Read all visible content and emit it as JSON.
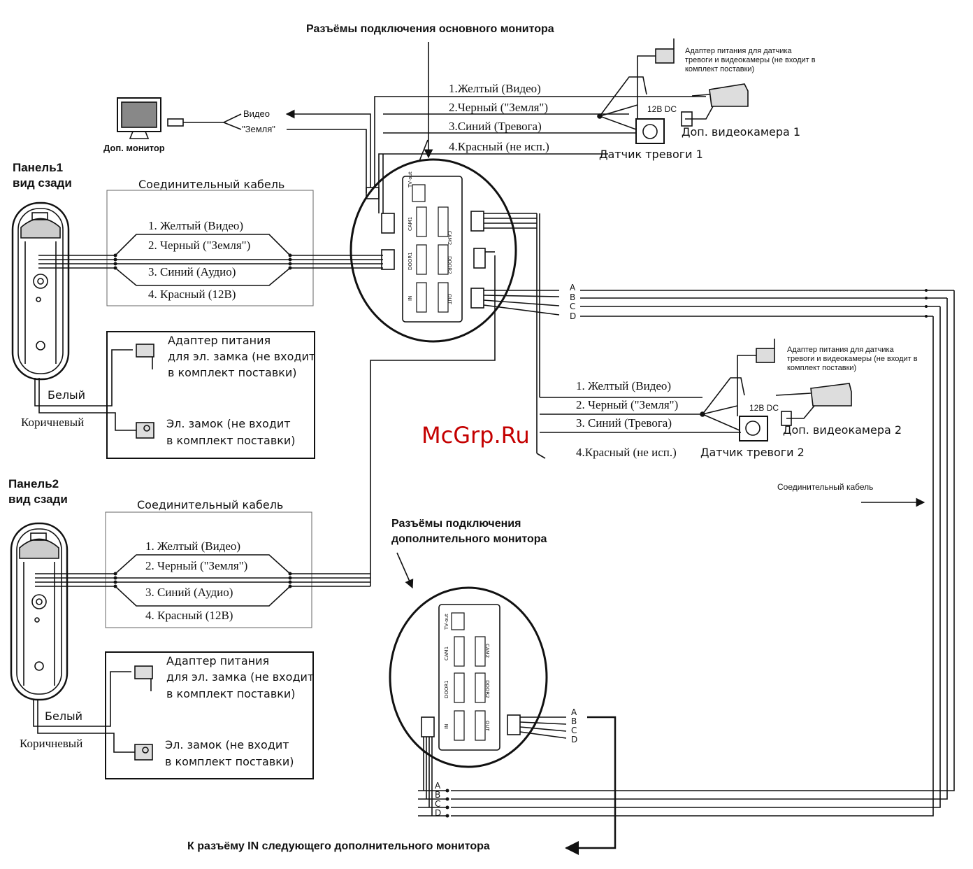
{
  "headers": {
    "main_connectors": "Разъёмы подключения основного монитора",
    "extra_connectors_line1": "Разъёмы подключения",
    "extra_connectors_line2": "дополнительного монитора",
    "next_monitor": "К разъёму IN следующего дополнительного монитора"
  },
  "panel1": {
    "title_line1": "Панель1",
    "title_line2": "вид сзади"
  },
  "panel2": {
    "title_line1": "Панель2",
    "title_line2": "вид сзади"
  },
  "cable": {
    "label": "Соединительный кабель",
    "wires": [
      "1. Желтый (Видео)",
      "2. Черный (\"Земля\")",
      "3. Синий (Аудио)",
      "4. Красный (12В)"
    ]
  },
  "wire_colors": {
    "white": "Белый",
    "brown": "Коричневый"
  },
  "lock_box": {
    "adapter_line1": "Адаптер питания",
    "adapter_line2": "для эл. замка (не входит",
    "adapter_line3": "в комплект поставки)",
    "lock_line1": "Эл. замок (не входит",
    "lock_line2": "в комплект поставки)"
  },
  "extra_monitor": {
    "label": "Доп. монитор",
    "video": "Видео",
    "ground": "\"Земля\""
  },
  "camera_wires": [
    "1.Желтый (Видео)",
    "2.Черный (\"Земля\")",
    "3.Синий (Тревога)",
    "4.Красный (не исп.)"
  ],
  "camera_wires2": [
    "1. Желтый (Видео)",
    "2. Черный (\"Земля\")",
    "3. Синий (Тревога)",
    "4.Красный (не исп.)"
  ],
  "camera1": {
    "adapter": "Адаптер питания для датчика тревоги и видеокамеры (не входит в комплект поставки)",
    "dc": "12В DC",
    "camera": "Доп. видеокамера 1",
    "sensor": "Датчик тревоги 1"
  },
  "camera2": {
    "adapter": "Адаптер питания для датчика тревоги и видеокамеры (не входит в комплект поставки)",
    "dc": "12В DC",
    "camera": "Доп. видеокамера 2",
    "sensor": "Датчик тревоги 2"
  },
  "connector_labels": {
    "tvout": "TV-out",
    "cam1": "CAM1",
    "cam2": "CAM2",
    "door1": "DOOR1",
    "door2": "DOOR2",
    "in": "IN",
    "out": "OUT"
  },
  "abcd": [
    "A",
    "B",
    "C",
    "D"
  ],
  "bus_cable": "Соединительный кабель",
  "watermark": "McGrp.Ru"
}
